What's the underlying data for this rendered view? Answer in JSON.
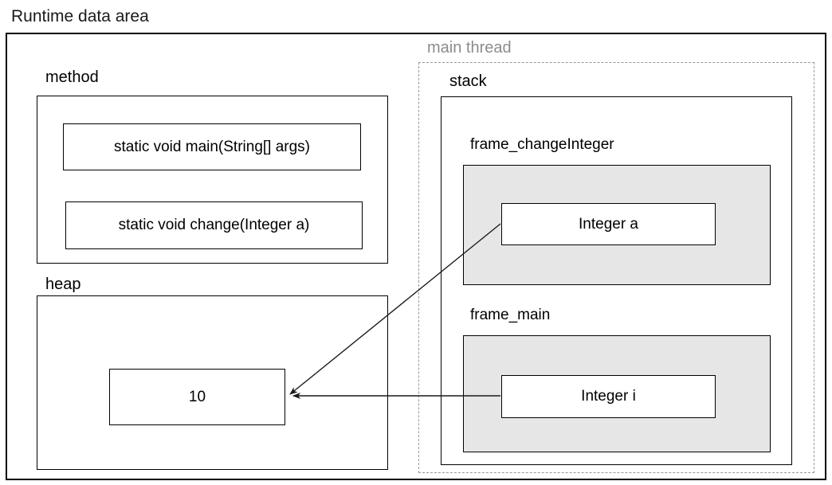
{
  "diagram": {
    "title": "Runtime data area",
    "method_area": {
      "label": "method",
      "entries": [
        "static void main(String[] args)",
        "static void change(Integer a)"
      ]
    },
    "heap_area": {
      "label": "heap",
      "objects": [
        {
          "value": "10"
        }
      ]
    },
    "thread": {
      "label": "main thread",
      "label_color": "#8c8c8c",
      "stack": {
        "label": "stack",
        "frames": [
          {
            "label": "frame_changeInteger",
            "fill_color": "#e6e6e6",
            "variables": [
              "Integer a"
            ]
          },
          {
            "label": "frame_main",
            "fill_color": "#e6e6e6",
            "variables": [
              "Integer i"
            ]
          }
        ]
      }
    },
    "references": [
      {
        "name": "a-to-heap",
        "from": "Integer a",
        "to": "10",
        "style": "diagonal-arrow"
      },
      {
        "name": "i-to-heap",
        "from": "Integer i",
        "to": "10",
        "style": "horizontal-arrow"
      }
    ]
  }
}
